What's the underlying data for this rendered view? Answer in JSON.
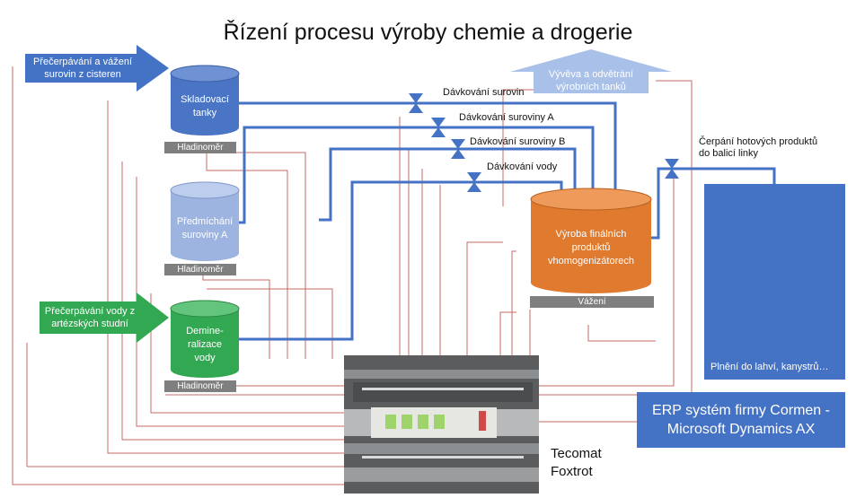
{
  "title": "Řízení procesu výroby chemie a drogerie",
  "inputs": {
    "cistern_arrow": "Přečerpávání a vážení surovin z cisteren",
    "water_arrow": "Přečerpávání vody z artézských studní",
    "vent_arrow": "Vývěva a odvětrání výrobních tanků"
  },
  "tanks": {
    "storage": "Skladovací tanky",
    "premix": "Předmíchání suroviny A",
    "demin": "Demine-ralizace vody",
    "production": "Výroba finálních produktů vhomogenizátorech"
  },
  "gauges": {
    "level_1": "Hladinoměr",
    "level_2": "Hladinoměr",
    "level_3": "Hladinoměr",
    "weighing": "Vážení"
  },
  "valves": {
    "v1": "Dávkování surovin",
    "v2": "Dávkování suroviny A",
    "v3": "Dávkování suroviny B",
    "v4": "Dávkování vody",
    "v5": "Čerpání hotových produktů do balicí linky"
  },
  "packaging": {
    "caption": "Plnění do lahví, kanystrů…"
  },
  "erp": "ERP systém firmy Cormen - Microsoft Dynamics AX",
  "controller": "Tecomat Foxtrot",
  "colors": {
    "pipe": "#4472c4",
    "signal": "#c0504d",
    "storage_tank": "#4a75c4",
    "premix_tank": "#9db3e0",
    "demin_tank": "#33a852",
    "production_tank": "#e07a2e",
    "panel": "#4472c4"
  }
}
